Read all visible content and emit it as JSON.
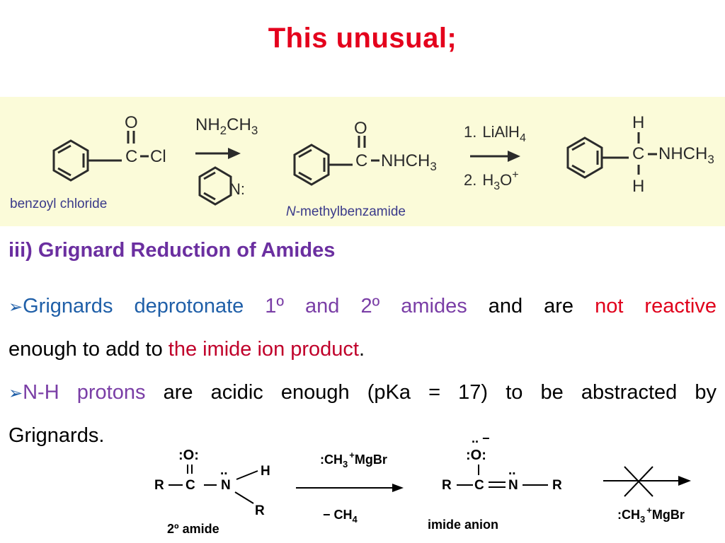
{
  "slide": {
    "title": "This unusual;",
    "scheme": {
      "reactant": {
        "o_atom": "O",
        "c_atom": "C",
        "cl_atom": "Cl",
        "name": "benzoyl chloride"
      },
      "step1": {
        "reagent_prefix": "NH",
        "reagent_sub": "2",
        "reagent_mid": "CH",
        "reagent_sub2": "3",
        "base_n": "N:"
      },
      "product1": {
        "o_atom": "O",
        "c_atom": "C",
        "group": "NHCH",
        "group_sub": "3",
        "name_italic": "N",
        "name_rest": "-methylbenzamide"
      },
      "step2": {
        "line1_num": "1.",
        "line1_text": "LiAlH",
        "line1_sub": "4",
        "line2_num": "2.",
        "line2_text": "H",
        "line2_sub": "3",
        "line2_tail": "O",
        "line2_sup": "+"
      },
      "product2": {
        "h_top": "H",
        "c_atom": "C",
        "group": "NHCH",
        "group_sub": "3",
        "h_bottom": "H"
      }
    },
    "section_heading": "iii) Grignard Reduction of Amides",
    "bullets": [
      {
        "arrow": "➢",
        "parts": {
          "p1": "Grignards deprotonate ",
          "p2": "1º and 2º amides",
          "p3": " and are ",
          "p4": "not reactive"
        },
        "line2": {
          "p1": "enough to add to ",
          "p2": "the imide ion product",
          "p3": "."
        }
      },
      {
        "arrow": "➢",
        "parts": {
          "p1": "N-H protons",
          "p2": " are acidic enough (pKa = 17) to be abstracted by"
        },
        "line2": {
          "p1": "Grignards."
        }
      }
    ],
    "mechanism": {
      "amide": {
        "o_label": ":O:",
        "r1": "R",
        "c": "C",
        "n": "N",
        "lone_pair": "..",
        "h": "H",
        "r2": "R",
        "name": "2º amide"
      },
      "reagent_top": {
        "prefix": ":CH",
        "sub": "3",
        "sup": "+",
        "tail": "MgBr"
      },
      "reagent_bottom": {
        "prefix": "− CH",
        "sub": "4"
      },
      "anion": {
        "top_charge": ".. −",
        "o_label": ":O:",
        "r1": "R",
        "c": "C",
        "n": "N",
        "lone_pair": "..",
        "r2": "R",
        "name": "imide anion"
      },
      "blocked_reagent": {
        "prefix": ":CH",
        "sub": "3",
        "sup": "+",
        "tail": "MgBr"
      }
    }
  }
}
